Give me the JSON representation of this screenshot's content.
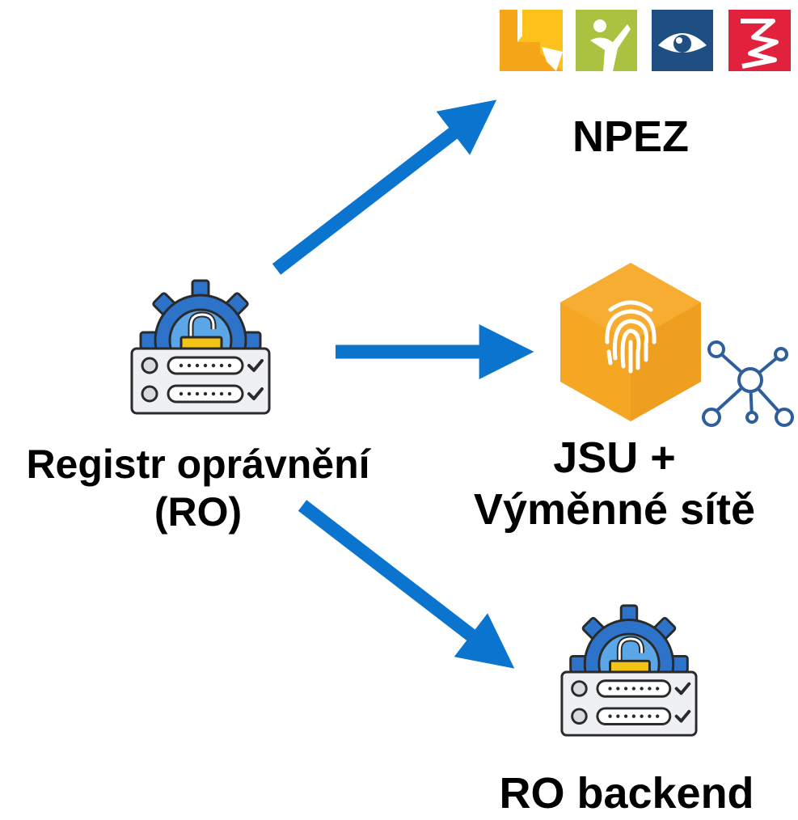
{
  "source": {
    "name_line1": "Registr oprávnění",
    "name_line2": "(RO)",
    "icon": "permission-register-icon"
  },
  "targets": [
    {
      "name": "NPEZ",
      "icon": "npez-logo"
    },
    {
      "name_line1": "JSU +",
      "name_line2": "Výměnné sítě",
      "icon": "fingerprint-cube-icon",
      "icon2": "network-icon"
    },
    {
      "name": "RO backend",
      "icon": "permission-register-icon"
    }
  ],
  "colors": {
    "arrow": "#0b74cf",
    "gear": "#2d73c9",
    "gear_light": "#5aa6e6",
    "lock": "#f3c316",
    "cube": "#f5a623",
    "network": "#2f5f9b",
    "logo_yellow": "#fcc21b",
    "logo_green": "#a9c23f",
    "logo_blue": "#1f4f82",
    "logo_red": "#e2213c"
  }
}
